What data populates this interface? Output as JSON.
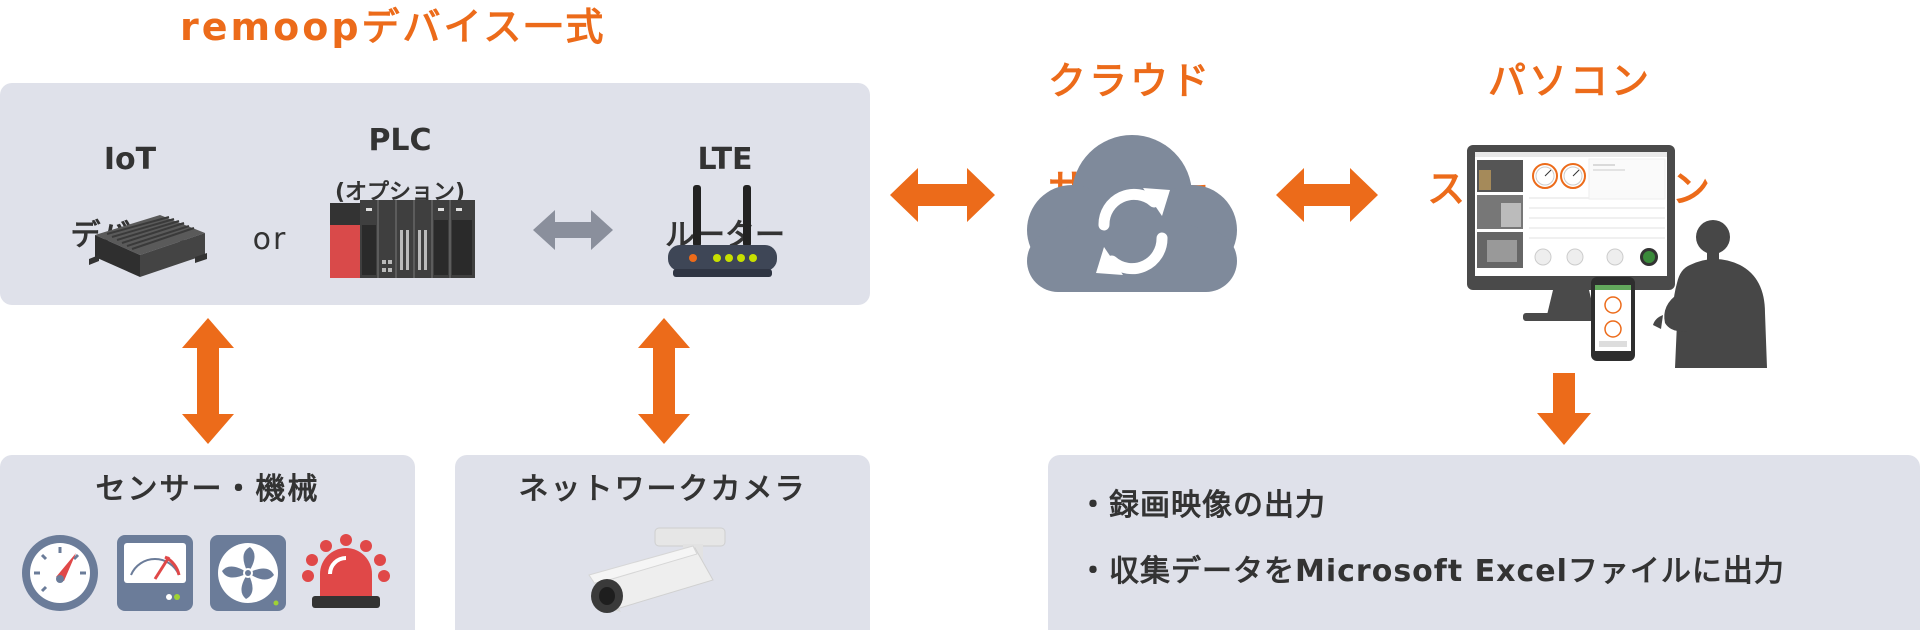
{
  "device_group": {
    "title": "remoopデバイス一式",
    "iot": {
      "line1": "IoT",
      "line2": "デバイス"
    },
    "or_text": "or",
    "plc": {
      "line1": "PLC",
      "line2": "(オプション)"
    },
    "lte": {
      "line1": "LTE",
      "line2": "ルーター"
    }
  },
  "cloud": {
    "line1": "クラウド",
    "line2": "サーバー"
  },
  "pc": {
    "line1": "パソコン",
    "line2": "スマートフォン"
  },
  "sensors": {
    "title": "センサー・機械"
  },
  "camera": {
    "title": "ネットワークカメラ"
  },
  "outputs": {
    "items": [
      "・録画映像の出力",
      "・収集データをMicrosoft Excelファイルに出力"
    ]
  },
  "colors": {
    "accent": "#ec6b1a",
    "box": "#dfe1ea",
    "gray_arrow": "#8a8f9c",
    "cloud": "#7f8a9b"
  }
}
